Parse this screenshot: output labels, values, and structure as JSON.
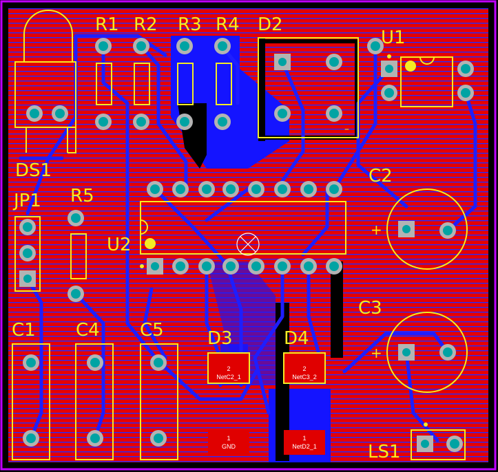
{
  "colors": {
    "background": "#000000",
    "board_outline": "#c000ff",
    "copper_top": "#e60000",
    "copper_bottom": "#1010ff",
    "silkscreen": "#f4ec24",
    "pad_copper": "#b3b3b3",
    "pad_hole": "#00a3a3",
    "smd_pad": "#e00000"
  },
  "components": {
    "r1": "R1",
    "r2": "R2",
    "r3": "R3",
    "r4": "R4",
    "d2": "D2",
    "u1": "U1",
    "ds1": "DS1",
    "jp1": "JP1",
    "r5": "R5",
    "u2": "U2",
    "c2": "C2",
    "c3": "C3",
    "c1": "C1",
    "c4": "C4",
    "c5": "C5",
    "d3": "D3",
    "d4": "D4",
    "ls1": "LS1"
  },
  "smd_pads": {
    "d3_pad2": {
      "num": "2",
      "net": "NetC2_1"
    },
    "d3_pad1": {
      "num": "1",
      "net": "GND"
    },
    "d4_pad2": {
      "num": "2",
      "net": "NetC3_2"
    },
    "d4_pad1": {
      "num": "1",
      "net": "NetD2_1"
    }
  },
  "polarity": {
    "c2_plus": "+",
    "c3_plus": "+",
    "d2_minus": "–"
  }
}
